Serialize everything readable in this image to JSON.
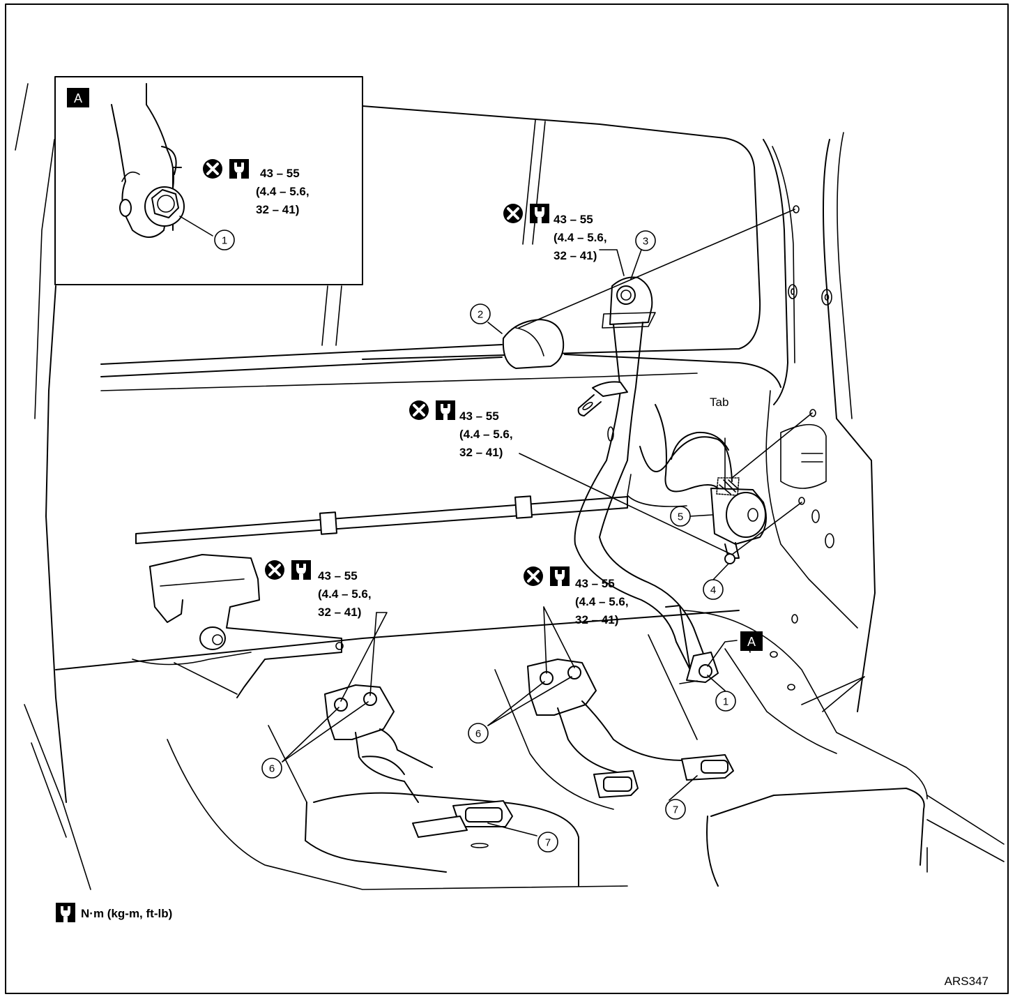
{
  "figure_id": "ARS347",
  "inset_label": "A",
  "torque_spec": {
    "line1": "43 – 55",
    "line2": "(4.4 – 5.6,",
    "line3": "32 – 41)"
  },
  "legend": {
    "icon": "torque-wrench-icon",
    "units_text": "N·m (kg-m, ft-lb)"
  },
  "labels": {
    "tab": "Tab"
  },
  "callouts": [
    "1",
    "2",
    "3",
    "4",
    "5",
    "6",
    "7"
  ],
  "icons": [
    "do-not-reuse-icon",
    "torque-wrench-icon"
  ]
}
